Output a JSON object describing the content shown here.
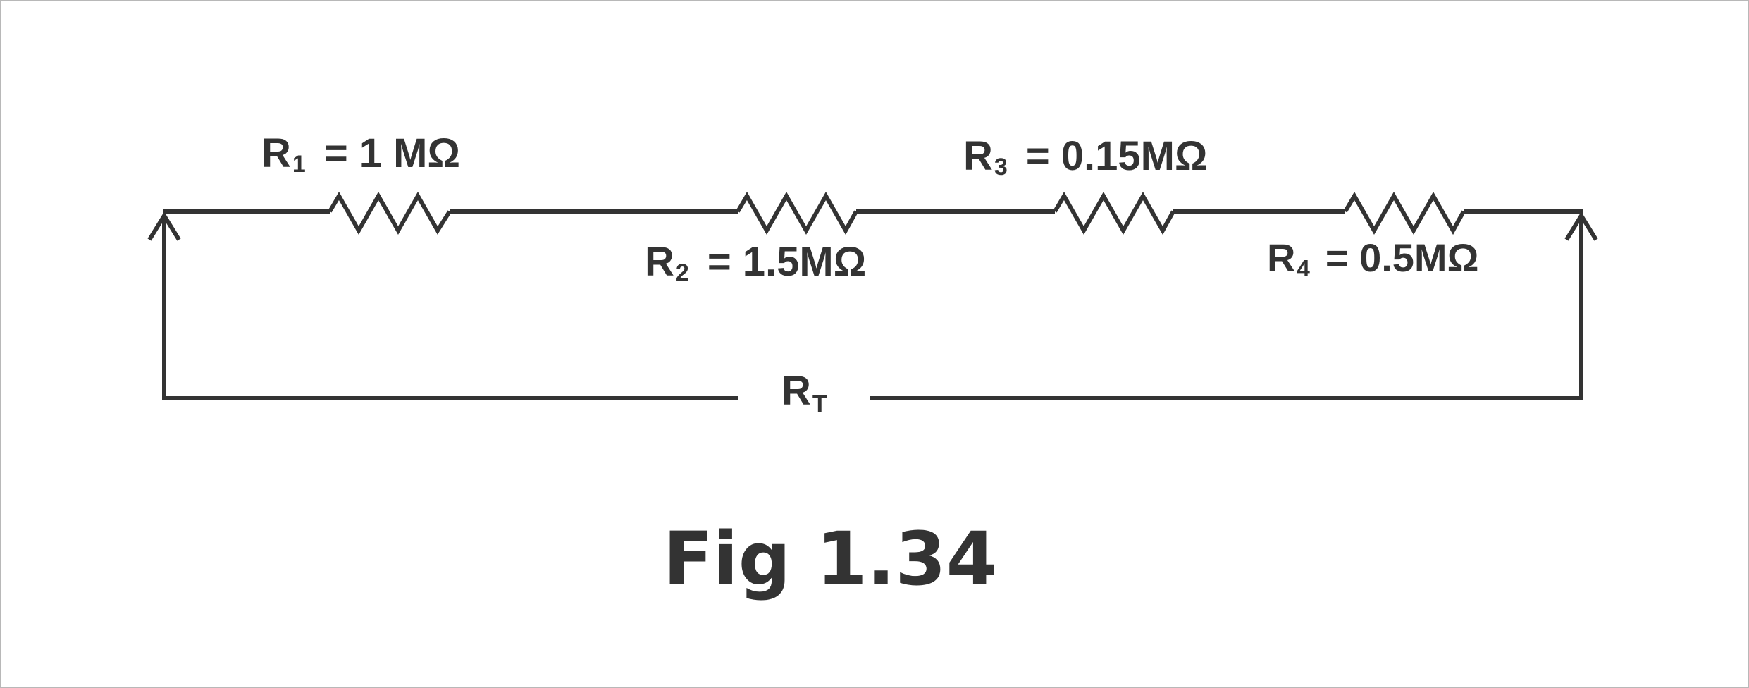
{
  "diagram": {
    "resistors": [
      {
        "symbol": "R",
        "subscript": "1",
        "value": "= 1 MΩ"
      },
      {
        "symbol": "R",
        "subscript": "2",
        "value": "= 1.5MΩ"
      },
      {
        "symbol": "R",
        "subscript": "3",
        "value": "= 0.15MΩ"
      },
      {
        "symbol": "R",
        "subscript": "4",
        "value": "= 0.5MΩ"
      }
    ],
    "total": {
      "symbol": "R",
      "subscript": "T"
    },
    "caption": "Fig 1.34",
    "colors": {
      "ink": "#333333",
      "border": "#b8b8b8",
      "background": "#ffffff"
    }
  }
}
